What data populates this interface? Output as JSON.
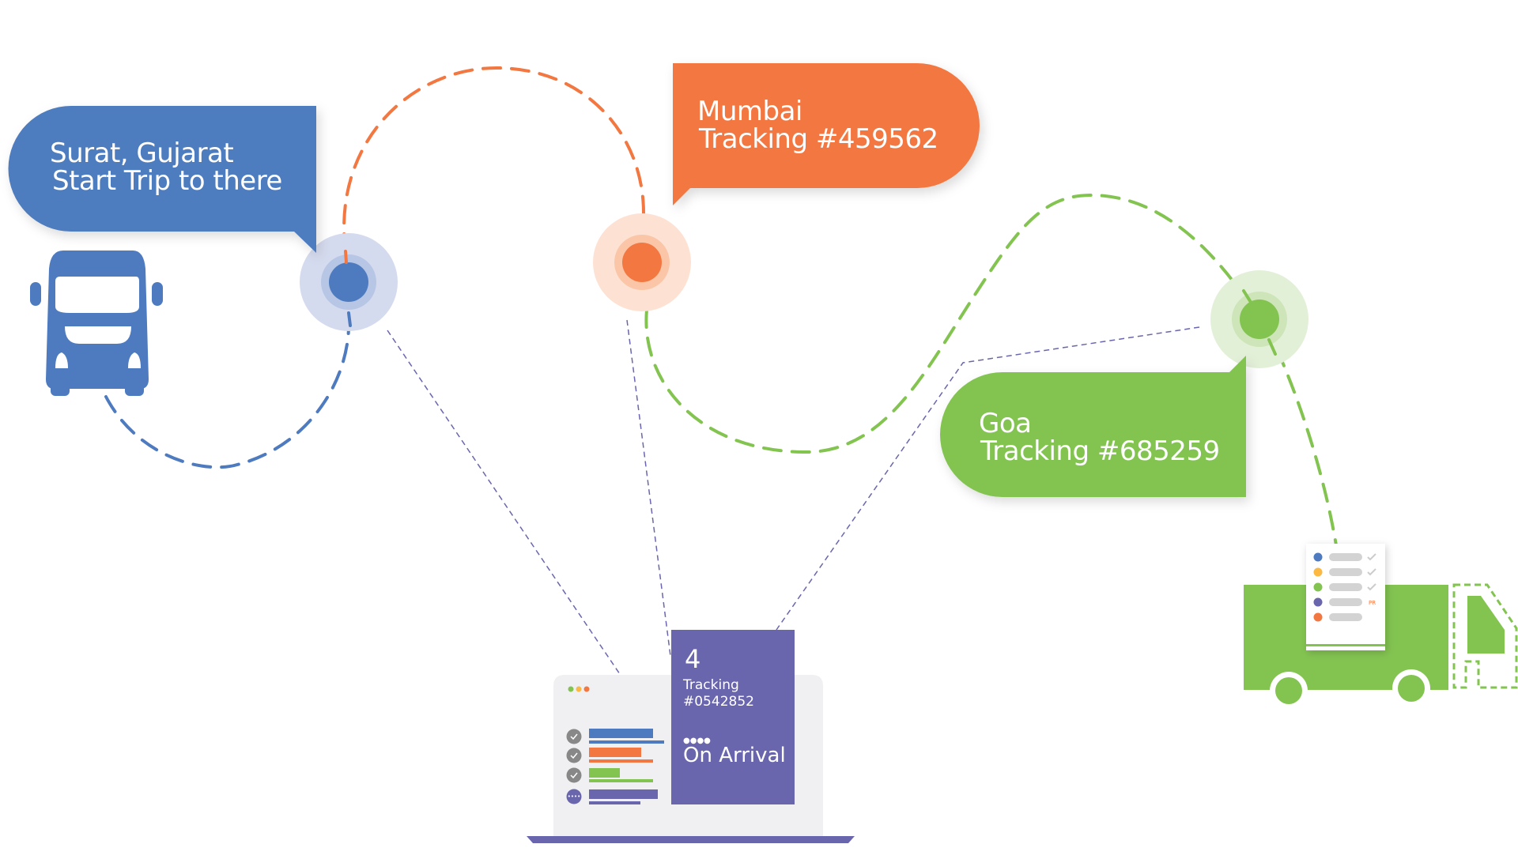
{
  "colors": {
    "blue": "#4e7bbf",
    "blue_halo_outer": "#d5dbee",
    "blue_halo_inner": "#b7c6e5",
    "orange": "#f37740",
    "orange_halo_outer": "#fde2d3",
    "orange_halo_inner": "#fbc6a8",
    "green": "#83c451",
    "green_halo_outer": "#e3f0d8",
    "green_halo_inner": "#cde5b9",
    "purple": "#6a66ae",
    "laptop_screen": "#f0f0f2",
    "check_gray": "#888888",
    "yellow": "#fbb843",
    "pill_gray": "#d3d3d3"
  },
  "stops": [
    {
      "id": "surat",
      "line1": "Surat, Gujarat",
      "line2": "Start Trip to there",
      "color_key": "blue"
    },
    {
      "id": "mumbai",
      "line1": "Mumbai",
      "line2": "Tracking #459562",
      "color_key": "orange"
    },
    {
      "id": "goa",
      "line1": "Goa",
      "line2": "Tracking #685259",
      "color_key": "green"
    }
  ],
  "laptop": {
    "window_dots": [
      "green",
      "yellow",
      "orange"
    ],
    "task_rows": [
      {
        "status": "done",
        "color": "blue"
      },
      {
        "status": "done",
        "color": "orange"
      },
      {
        "status": "done",
        "color": "green"
      },
      {
        "status": "pending",
        "color": "purple"
      }
    ],
    "panel": {
      "count": "4",
      "label_line1": "Tracking",
      "label_line2": "#0542852",
      "progress_dots": "●●●●",
      "status": "On Arrival"
    }
  },
  "delivery_checklist": {
    "items": [
      {
        "color": "blue",
        "mark": "check"
      },
      {
        "color": "yellow",
        "mark": "check"
      },
      {
        "color": "green",
        "mark": "check"
      },
      {
        "color": "purple",
        "mark": "PR"
      },
      {
        "color": "orange",
        "mark": ""
      }
    ]
  },
  "icons": {
    "start_vehicle": "bus-front-icon",
    "end_vehicle": "delivery-truck-icon"
  }
}
